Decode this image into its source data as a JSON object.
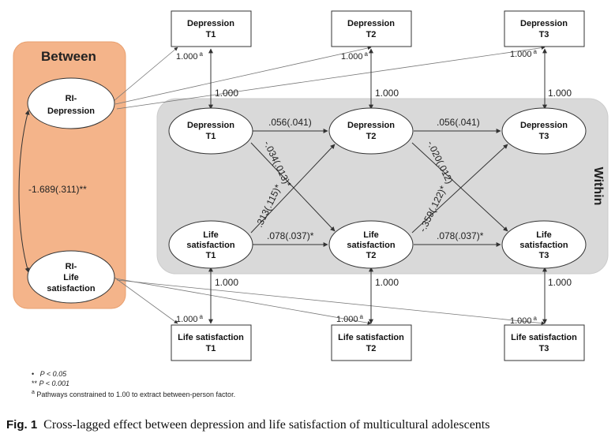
{
  "panels": {
    "between_label": "Between",
    "within_label": "Within"
  },
  "nodes": {
    "ri_dep": [
      "RI-",
      "Depression"
    ],
    "ri_life": [
      "RI-",
      "Life",
      "satisfaction"
    ],
    "dep_t1": [
      "Depression",
      "T1"
    ],
    "dep_t2": [
      "Depression",
      "T2"
    ],
    "dep_t3": [
      "Depression",
      "T3"
    ],
    "life_t1": [
      "Life",
      "satisfaction",
      "T1"
    ],
    "life_t2": [
      "Life",
      "satisfaction",
      "T2"
    ],
    "life_t3": [
      "Life",
      "satisfaction",
      "T3"
    ]
  },
  "boxes": {
    "obs_dep_t1": [
      "Depression",
      "T1"
    ],
    "obs_dep_t2": [
      "Depression",
      "T2"
    ],
    "obs_dep_t3": [
      "Depression",
      "T3"
    ],
    "obs_life_t1": [
      "Life satisfaction",
      "T1"
    ],
    "obs_life_t2": [
      "Life satisfaction",
      "T2"
    ],
    "obs_life_t3": [
      "Life satisfaction",
      "T3"
    ]
  },
  "paths": {
    "ri_dep_t1": "1.000",
    "ri_dep_t2": "1.000",
    "ri_dep_t3": "1.000",
    "ri_life_t1": "1.000",
    "ri_life_t2": "1.000",
    "ri_life_t3": "1.000",
    "superscript_a": "a",
    "fixed_dep_t1": "1.000",
    "fixed_dep_t2": "1.000",
    "fixed_dep_t3": "1.000",
    "fixed_life_t1": "1.000",
    "fixed_life_t2": "1.000",
    "fixed_life_t3": "1.000",
    "dep_t1_t2": ".056(.041)",
    "dep_t2_t3": ".056(.041)",
    "life_t1_t2": ".078(.037)*",
    "life_t2_t3": ".078(.037)*",
    "dep1_life2": "-.034(.013)*",
    "life1_dep2": ".313(.115)*",
    "dep2_life3": "-.020(.012)",
    "life2_dep3": "-.359(.122)*",
    "ri_covariance": "-1.689(.311)**"
  },
  "notes": {
    "star": "P < 0.05",
    "doublestar_prefix": "**",
    "doublestar": "P < 0.001",
    "a": "Pathways constrained to 1.00 to extract between-person factor."
  },
  "caption": {
    "label": "Fig. 1",
    "text": "Cross-lagged effect between depression and life satisfaction of multicultural adolescents"
  }
}
